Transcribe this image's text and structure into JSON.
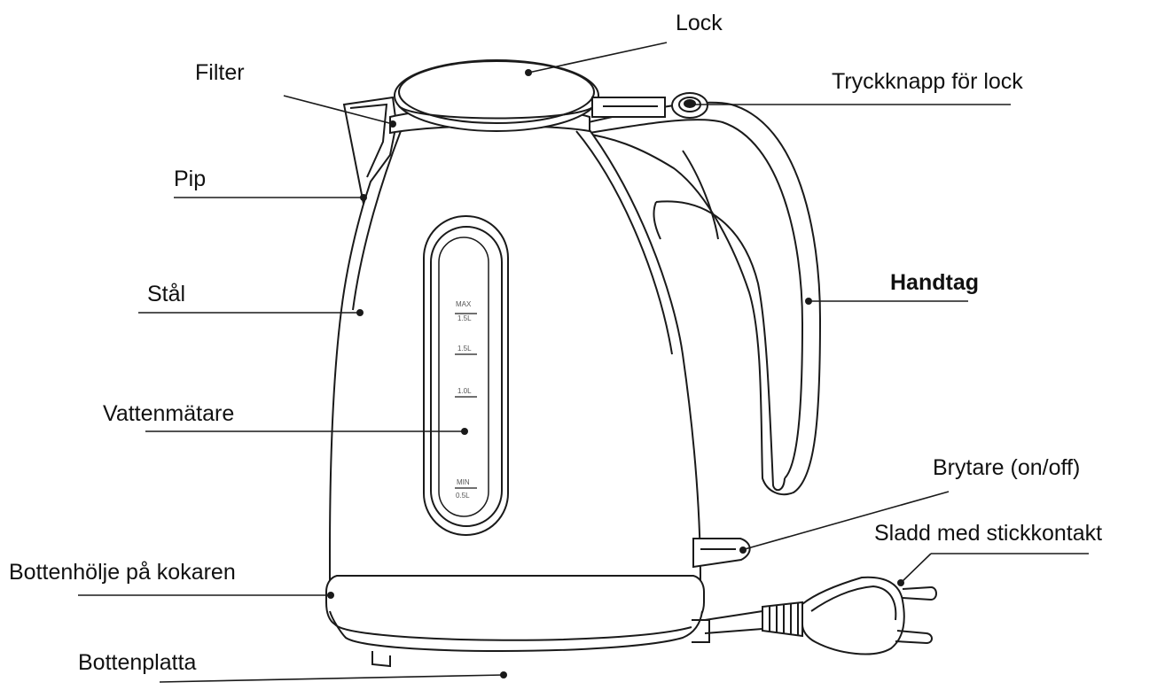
{
  "labels": {
    "lock": "Lock",
    "filter": "Filter",
    "tryckknapp": "Tryckknapp för lock",
    "pip": "Pip",
    "stal": "Stål",
    "handtag": "Handtag",
    "vattenmatare": "Vattenmätare",
    "brytare": "Brytare (on/off)",
    "sladd": "Sladd med stickkontakt",
    "bottenholje": "Bottenhölje på kokaren",
    "bottenplatta": "Bottenplatta"
  },
  "gauge": {
    "max": "MAX",
    "max_volume": "1.5L",
    "mark_15": "1.5L",
    "mark_10": "1.0L",
    "min": "MIN",
    "min_volume": "0.5L"
  },
  "colors": {
    "line": "#1a1a1a",
    "background": "#ffffff"
  }
}
